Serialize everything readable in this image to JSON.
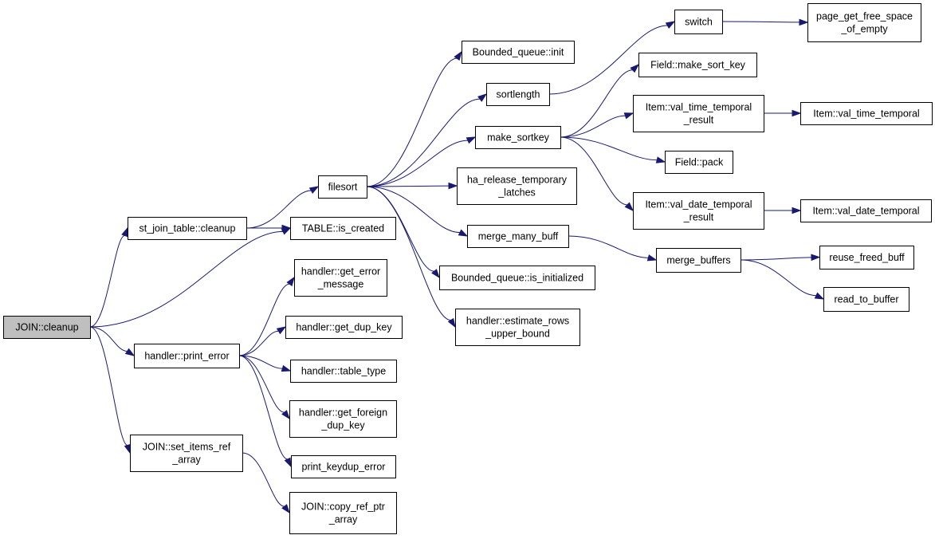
{
  "colors": {
    "edge": "#191970",
    "node_fill": "#ffffff",
    "root_fill": "#bfbfbf",
    "node_border": "#000000"
  },
  "nodes": {
    "join_cleanup": {
      "lines": [
        "JOIN::cleanup"
      ],
      "root": true
    },
    "st_join_table_cleanup": {
      "lines": [
        "st_join_table::cleanup"
      ]
    },
    "handler_print_error": {
      "lines": [
        "handler::print_error"
      ]
    },
    "join_set_items_ref_array": {
      "lines": [
        "JOIN::set_items_ref",
        "_array"
      ]
    },
    "filesort": {
      "lines": [
        "filesort"
      ]
    },
    "table_is_created": {
      "lines": [
        "TABLE::is_created"
      ]
    },
    "handler_get_error_message": {
      "lines": [
        "handler::get_error",
        "_message"
      ]
    },
    "handler_get_dup_key": {
      "lines": [
        "handler::get_dup_key"
      ]
    },
    "handler_table_type": {
      "lines": [
        "handler::table_type"
      ]
    },
    "handler_get_foreign_dup_key": {
      "lines": [
        "handler::get_foreign",
        "_dup_key"
      ]
    },
    "print_keydup_error": {
      "lines": [
        "print_keydup_error"
      ]
    },
    "join_copy_ref_ptr_array": {
      "lines": [
        "JOIN::copy_ref_ptr",
        "_array"
      ]
    },
    "bounded_queue_init": {
      "lines": [
        "Bounded_queue::init"
      ]
    },
    "sortlength": {
      "lines": [
        "sortlength"
      ]
    },
    "make_sortkey": {
      "lines": [
        "make_sortkey"
      ]
    },
    "ha_release_temporary_latches": {
      "lines": [
        "ha_release_temporary",
        "_latches"
      ]
    },
    "merge_many_buff": {
      "lines": [
        "merge_many_buff"
      ]
    },
    "bounded_queue_is_initialized": {
      "lines": [
        "Bounded_queue::is_initialized"
      ]
    },
    "handler_estimate_rows_upper_bound": {
      "lines": [
        "handler::estimate_rows",
        "_upper_bound"
      ]
    },
    "switch": {
      "lines": [
        "switch"
      ]
    },
    "page_get_free_space_of_empty": {
      "lines": [
        "page_get_free_space",
        "_of_empty"
      ]
    },
    "field_make_sort_key": {
      "lines": [
        "Field::make_sort_key"
      ]
    },
    "item_val_time_temporal_result": {
      "lines": [
        "Item::val_time_temporal",
        "_result"
      ]
    },
    "item_val_time_temporal": {
      "lines": [
        "Item::val_time_temporal"
      ]
    },
    "field_pack": {
      "lines": [
        "Field::pack"
      ]
    },
    "item_val_date_temporal_result": {
      "lines": [
        "Item::val_date_temporal",
        "_result"
      ]
    },
    "item_val_date_temporal": {
      "lines": [
        "Item::val_date_temporal"
      ]
    },
    "merge_buffers": {
      "lines": [
        "merge_buffers"
      ]
    },
    "reuse_freed_buff": {
      "lines": [
        "reuse_freed_buff"
      ]
    },
    "read_to_buffer": {
      "lines": [
        "read_to_buffer"
      ]
    }
  },
  "edges": [
    [
      "join_cleanup",
      "st_join_table_cleanup"
    ],
    [
      "join_cleanup",
      "table_is_created"
    ],
    [
      "join_cleanup",
      "handler_print_error"
    ],
    [
      "join_cleanup",
      "join_set_items_ref_array"
    ],
    [
      "st_join_table_cleanup",
      "filesort"
    ],
    [
      "st_join_table_cleanup",
      "table_is_created"
    ],
    [
      "handler_print_error",
      "handler_get_error_message"
    ],
    [
      "handler_print_error",
      "handler_get_dup_key"
    ],
    [
      "handler_print_error",
      "handler_table_type"
    ],
    [
      "handler_print_error",
      "handler_get_foreign_dup_key"
    ],
    [
      "handler_print_error",
      "print_keydup_error"
    ],
    [
      "join_set_items_ref_array",
      "join_copy_ref_ptr_array"
    ],
    [
      "filesort",
      "bounded_queue_init"
    ],
    [
      "filesort",
      "sortlength"
    ],
    [
      "filesort",
      "make_sortkey"
    ],
    [
      "filesort",
      "ha_release_temporary_latches"
    ],
    [
      "filesort",
      "merge_many_buff"
    ],
    [
      "filesort",
      "bounded_queue_is_initialized"
    ],
    [
      "filesort",
      "handler_estimate_rows_upper_bound"
    ],
    [
      "sortlength",
      "switch"
    ],
    [
      "switch",
      "page_get_free_space_of_empty"
    ],
    [
      "make_sortkey",
      "field_make_sort_key"
    ],
    [
      "make_sortkey",
      "item_val_time_temporal_result"
    ],
    [
      "make_sortkey",
      "field_pack"
    ],
    [
      "make_sortkey",
      "item_val_date_temporal_result"
    ],
    [
      "item_val_time_temporal_result",
      "item_val_time_temporal"
    ],
    [
      "item_val_date_temporal_result",
      "item_val_date_temporal"
    ],
    [
      "merge_many_buff",
      "merge_buffers"
    ],
    [
      "merge_buffers",
      "reuse_freed_buff"
    ],
    [
      "merge_buffers",
      "read_to_buffer"
    ]
  ]
}
